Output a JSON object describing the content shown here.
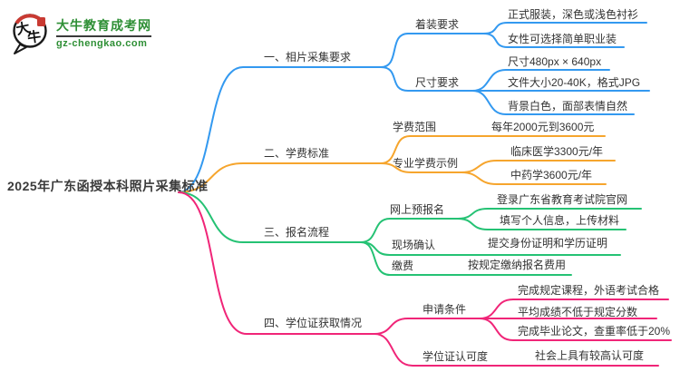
{
  "logo": {
    "site_name": "大牛教育成考网",
    "site_url": "gz-chengkao.com",
    "icon_text_1": "大",
    "icon_text_2": "牛",
    "brand_green": "#2e8f35",
    "seal_red": "#c93a32"
  },
  "mindmap": {
    "root_label": "2025年广东函授本科照片采集标准",
    "branches": [
      {
        "label": "一、相片采集要求",
        "color": "#3399f0",
        "children": [
          {
            "label": "着装要求",
            "children": [
              {
                "label": "正式服装，深色或浅色衬衫"
              },
              {
                "label": "女性可选择简单职业装"
              }
            ]
          },
          {
            "label": "尺寸要求",
            "children": [
              {
                "label": "尺寸480px × 640px"
              },
              {
                "label": "文件大小20-40K，格式JPG"
              },
              {
                "label": "背景白色，面部表情自然"
              }
            ]
          }
        ]
      },
      {
        "label": "二、学费标准",
        "color": "#f6a52d",
        "children": [
          {
            "label": "学费范围",
            "children": [
              {
                "label": "每年2000元到3600元"
              }
            ]
          },
          {
            "label": "专业学费示例",
            "children": [
              {
                "label": "临床医学3300元/年"
              },
              {
                "label": "中药学3600元/年"
              }
            ]
          }
        ]
      },
      {
        "label": "三、报名流程",
        "color": "#25c274",
        "children": [
          {
            "label": "网上预报名",
            "children": [
              {
                "label": "登录广东省教育考试院官网"
              },
              {
                "label": "填写个人信息，上传材料"
              }
            ]
          },
          {
            "label": "现场确认",
            "children": [
              {
                "label": "提交身份证明和学历证明"
              }
            ]
          },
          {
            "label": "缴费",
            "children": [
              {
                "label": "按规定缴纳报名费用"
              }
            ]
          }
        ]
      },
      {
        "label": "四、学位证获取情况",
        "color": "#f02578",
        "children": [
          {
            "label": "申请条件",
            "children": [
              {
                "label": "完成规定课程，外语考试合格"
              },
              {
                "label": "平均成绩不低于规定分数"
              },
              {
                "label": "完成毕业论文，查重率低于20%"
              }
            ]
          },
          {
            "label": "学位证认可度",
            "children": [
              {
                "label": "社会上具有较高认可度"
              }
            ]
          }
        ]
      }
    ]
  }
}
